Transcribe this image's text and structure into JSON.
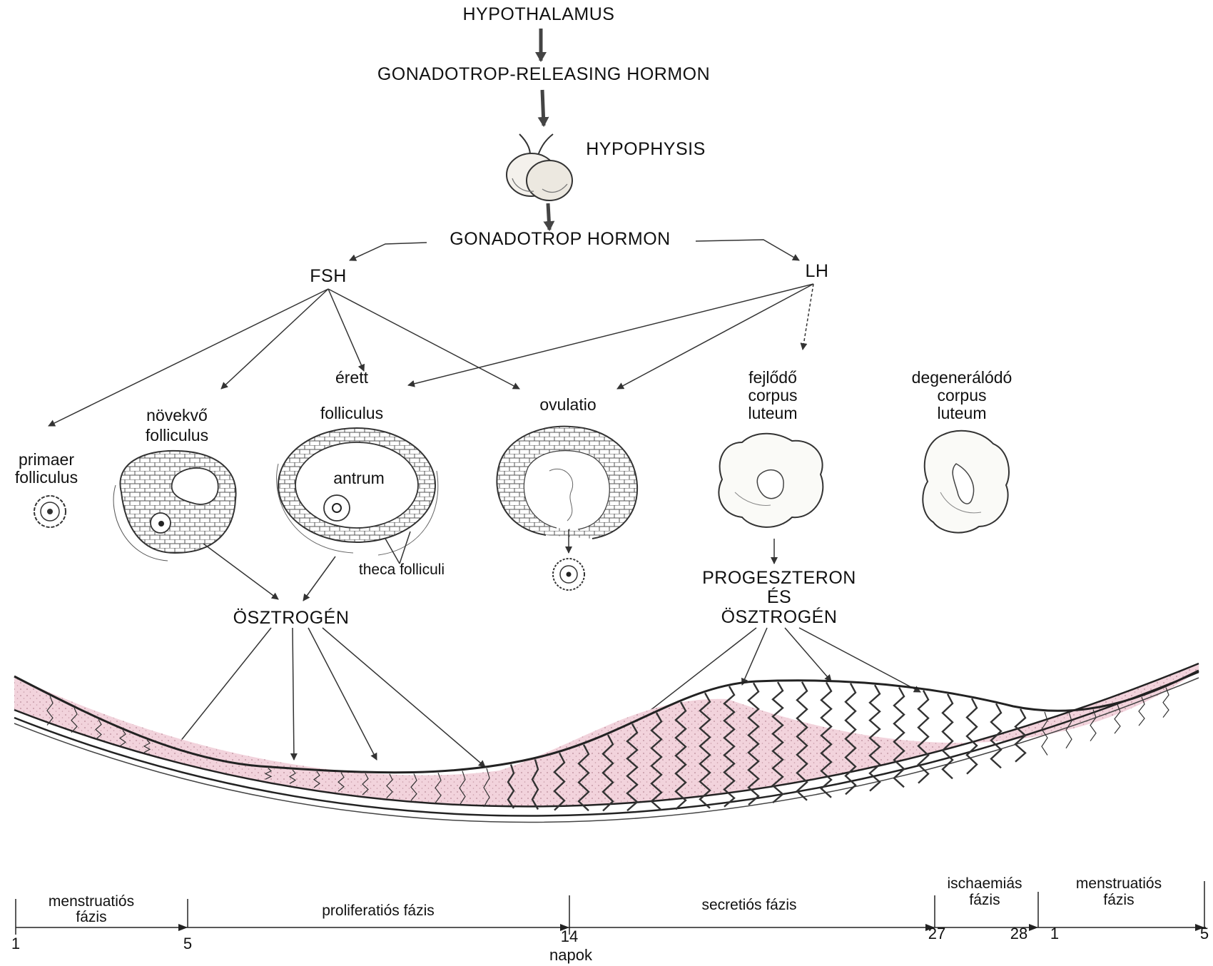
{
  "hormones": {
    "hypothalamus": "HYPOTHALAMUS",
    "gnrh": "GONADOTROP-RELEASING HORMON",
    "hypophysis": "HYPOPHYSIS",
    "gonadotrop": "GONADOTROP HORMON",
    "fsh": "FSH",
    "lh": "LH"
  },
  "ovary": {
    "primaer": [
      "primaer",
      "folliculus"
    ],
    "novekvo": [
      "növekvő",
      "folliculus"
    ],
    "erett": [
      "érett",
      "folliculus"
    ],
    "antrum": "antrum",
    "theca": "theca folliculi",
    "ovulatio": "ovulatio",
    "fejlodo": [
      "fejlődő",
      "corpus",
      "luteum"
    ],
    "degeneralodo": [
      "degenerálódó",
      "corpus",
      "luteum"
    ]
  },
  "products": {
    "osztrogen": "ÖSZTROGÉN",
    "progeszteron": [
      "PROGESZTERON",
      "ÉS",
      "ÖSZTROGÉN"
    ]
  },
  "timeline": {
    "phases": {
      "menstr1": [
        "menstruatiós",
        "fázis"
      ],
      "prolif": "proliferatiós fázis",
      "secret": "secretiós fázis",
      "ischaem": [
        "ischaemiás",
        "fázis"
      ],
      "menstr2": [
        "menstruatiós",
        "fázis"
      ]
    },
    "ticks": [
      "1",
      "5",
      "14",
      "27",
      "28",
      "1",
      "5"
    ],
    "unit": "napok"
  },
  "colors": {
    "endometrium": "#f2d3dc",
    "ink": "#222222"
  }
}
